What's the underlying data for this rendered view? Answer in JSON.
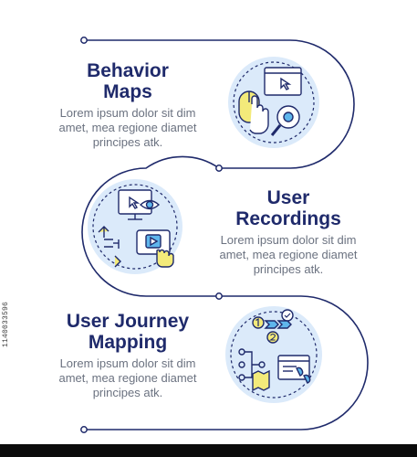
{
  "steps": [
    {
      "title_line1": "Behavior",
      "title_line2": "Maps",
      "desc_line1": "Lorem ipsum dolor sit dim",
      "desc_line2": "amet, mea regione diamet",
      "desc_line3": "principes atk.",
      "icon": "behavior-maps-icon"
    },
    {
      "title_line1": "User",
      "title_line2": "Recordings",
      "desc_line1": "Lorem ipsum dolor sit dim",
      "desc_line2": "amet, mea regione diamet",
      "desc_line3": "principes atk.",
      "icon": "user-recordings-icon"
    },
    {
      "title_line1": "User Journey",
      "title_line2": "Mapping",
      "desc_line1": "Lorem ipsum dolor sit dim",
      "desc_line2": "amet, mea regione diamet",
      "desc_line3": "principes atk.",
      "icon": "user-journey-mapping-icon"
    }
  ],
  "watermark_id": "1140033596",
  "colors": {
    "navy": "#1f2a6b",
    "text_gray": "#6b7280",
    "circle_blue": "#dbeafa",
    "accent_yellow": "#f3ea7a",
    "accent_blue": "#5fb6ec",
    "outline": "#1f2a6b"
  }
}
